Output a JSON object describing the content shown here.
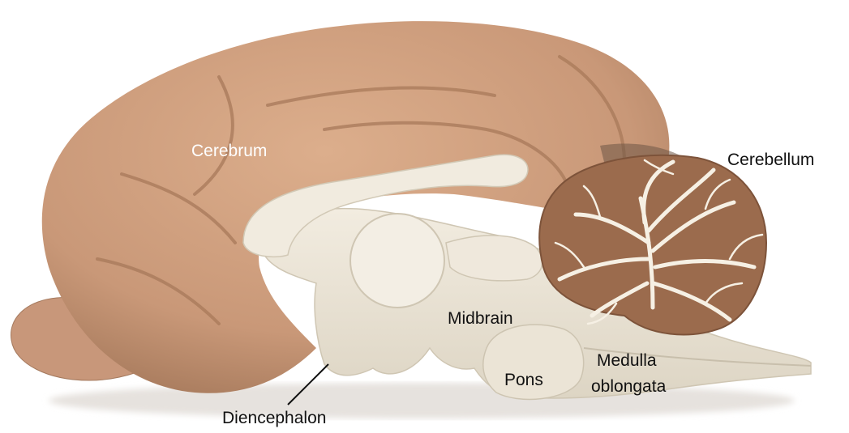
{
  "labels": {
    "cerebrum": "Cerebrum",
    "cerebellum": "Cerebellum",
    "midbrain": "Midbrain",
    "pons": "Pons",
    "medulla_line1": "Medulla",
    "medulla_line2": "oblongata",
    "diencephalon": "Diencephalon"
  },
  "colors": {
    "cerebrum": "#cf9f7d",
    "cerebrum_shadow": "#a87a5b",
    "cerebellum": "#9a6a4c",
    "section": "#ece5d6",
    "section_dark": "#d8d0bf",
    "label_light": "#ffffff",
    "label_dark": "#111111"
  }
}
